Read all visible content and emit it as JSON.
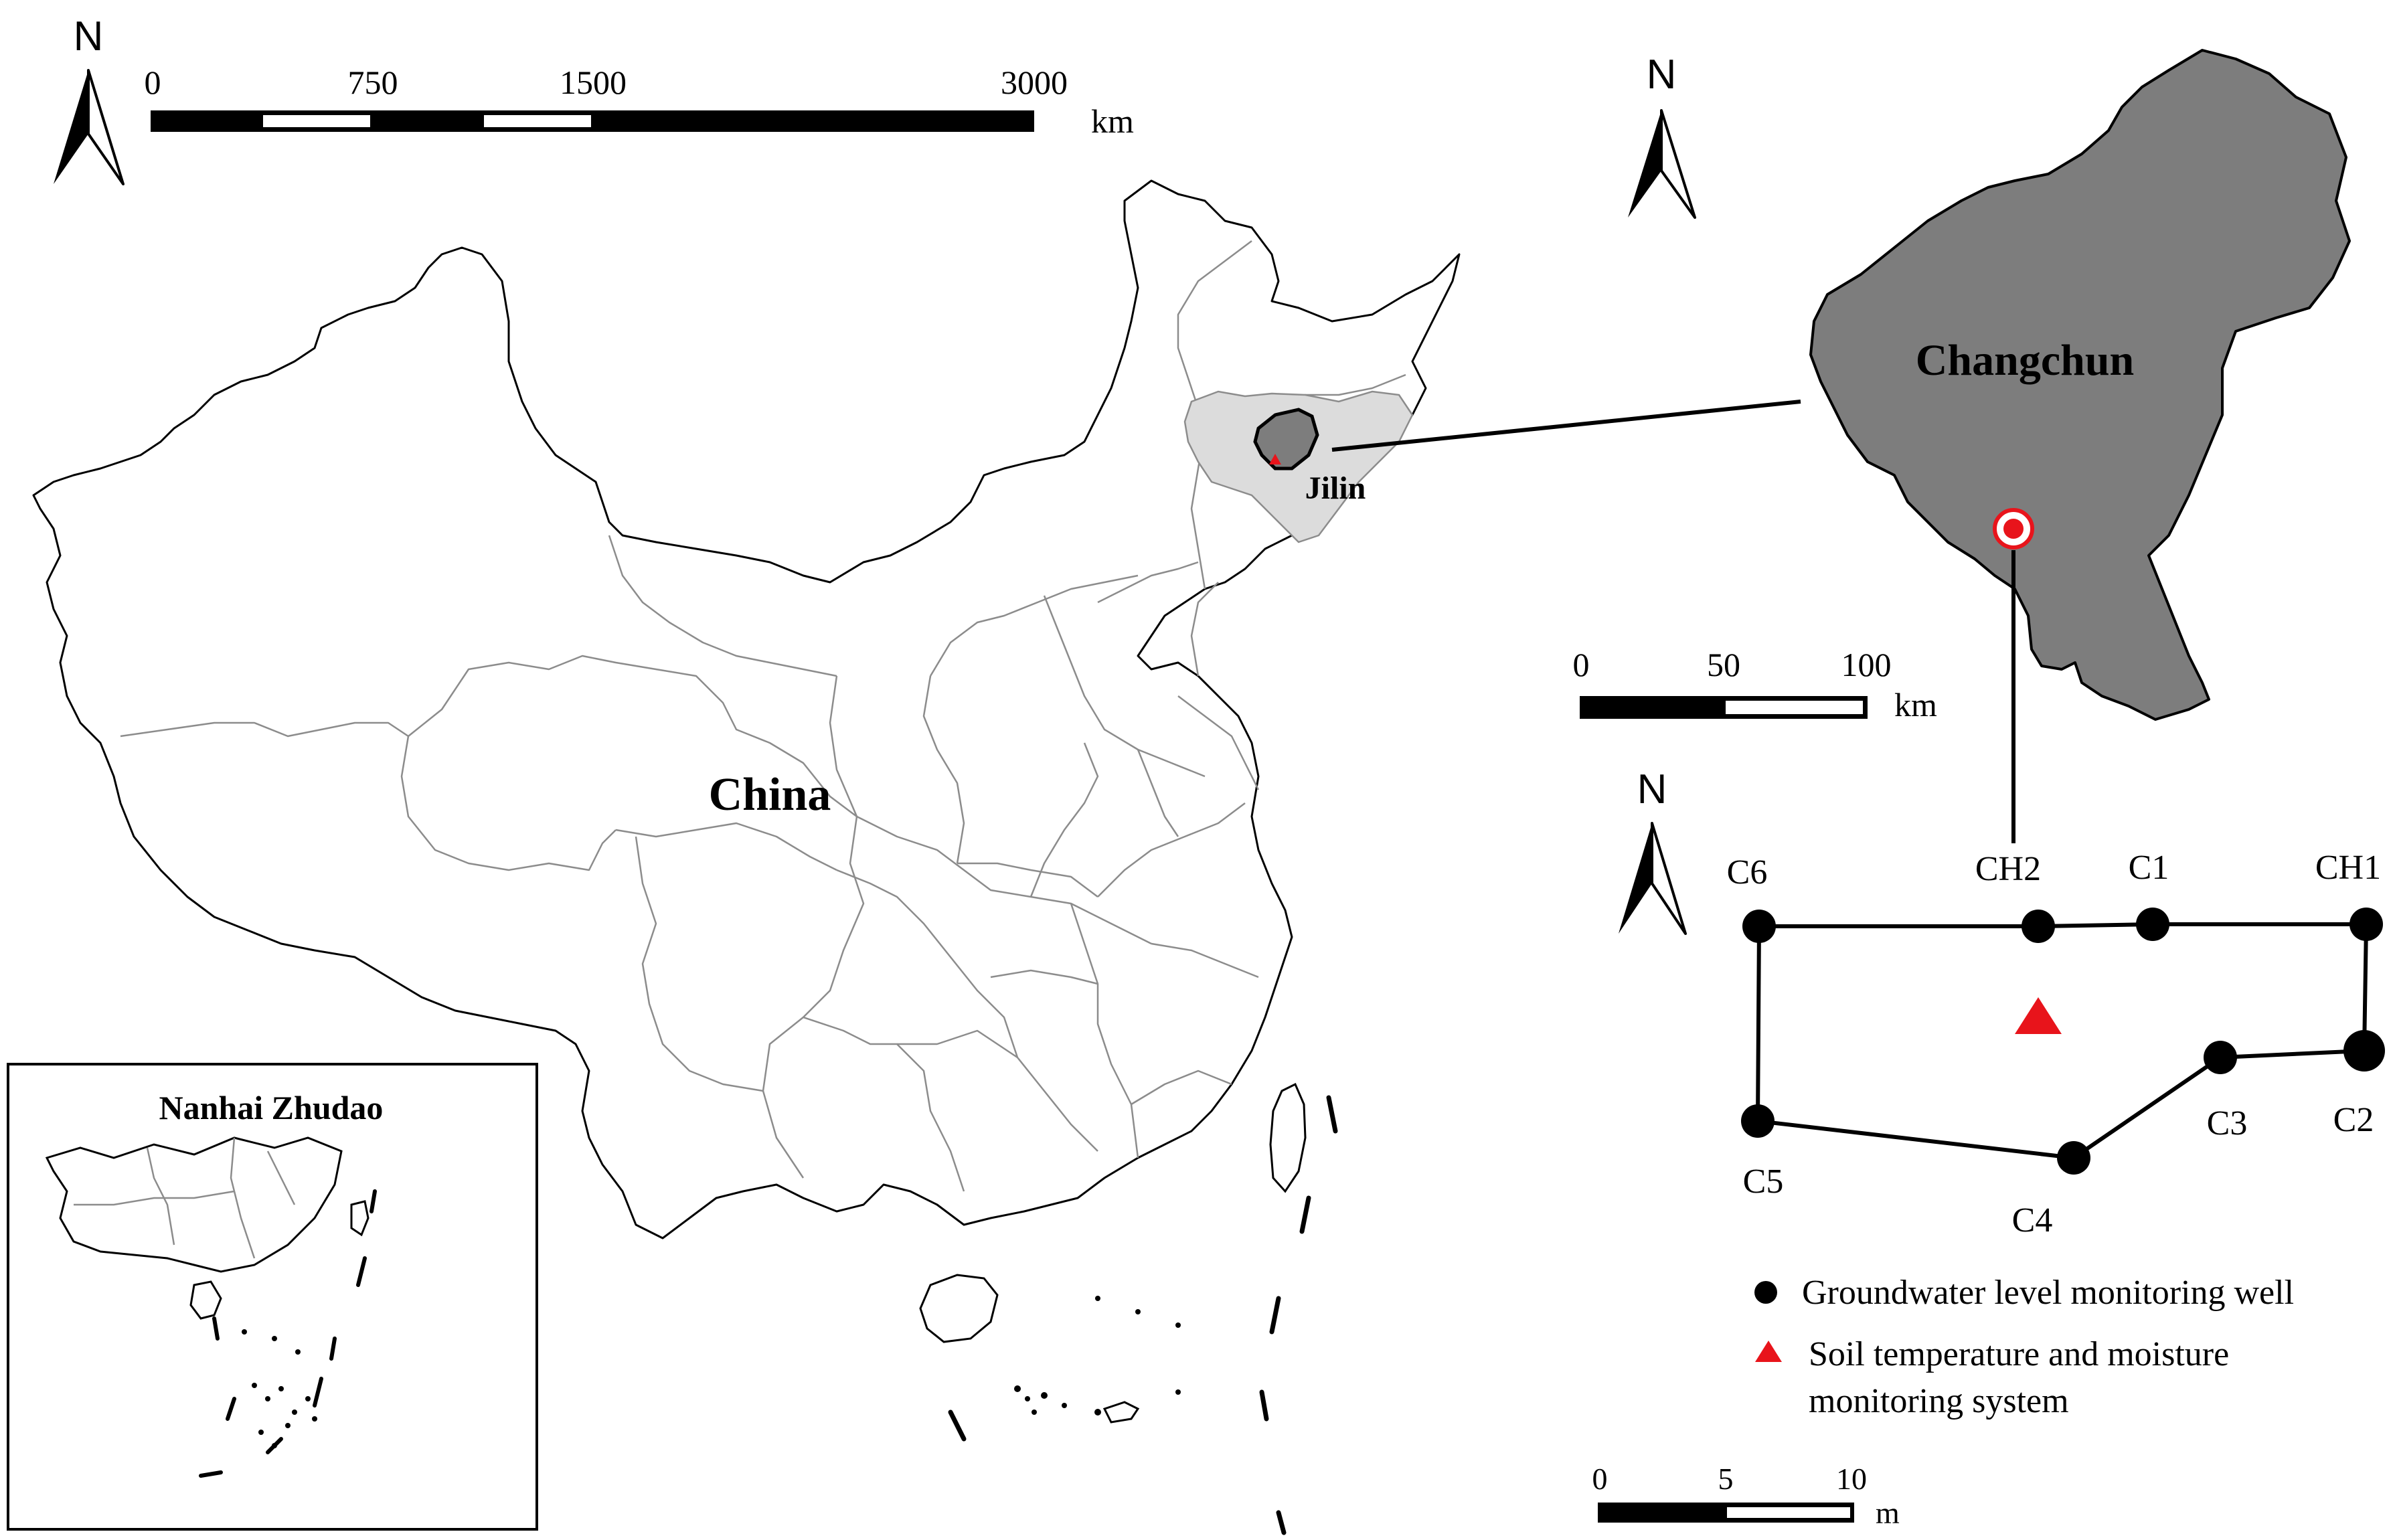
{
  "national_map": {
    "north_label": "N",
    "scale": {
      "ticks": [
        "0",
        "750",
        "1500",
        "3000"
      ],
      "unit": "km"
    },
    "country_label": "China",
    "province_label": "Jilin"
  },
  "inset": {
    "title": "Nanhai Zhudao"
  },
  "city_map": {
    "north_label": "N",
    "city_label": "Changchun",
    "scale": {
      "ticks": [
        "0",
        "50",
        "100"
      ],
      "unit": "km"
    }
  },
  "site_plan": {
    "north_label": "N",
    "wells": [
      "C6",
      "CH2",
      "C1",
      "CH1",
      "C2",
      "C3",
      "C4",
      "C5"
    ],
    "scale": {
      "ticks": [
        "0",
        "5",
        "10"
      ],
      "unit": "m"
    }
  },
  "legend": {
    "well": "Groundwater level monitoring well",
    "soil_line1": "Soil temperature and moisture",
    "soil_line2": "monitoring system"
  },
  "colors": {
    "city_fill": "#7d7d7d",
    "province_fill": "#dcdcdc",
    "marker": "#e8141b",
    "boundary_gray": "#8c8c8c"
  }
}
